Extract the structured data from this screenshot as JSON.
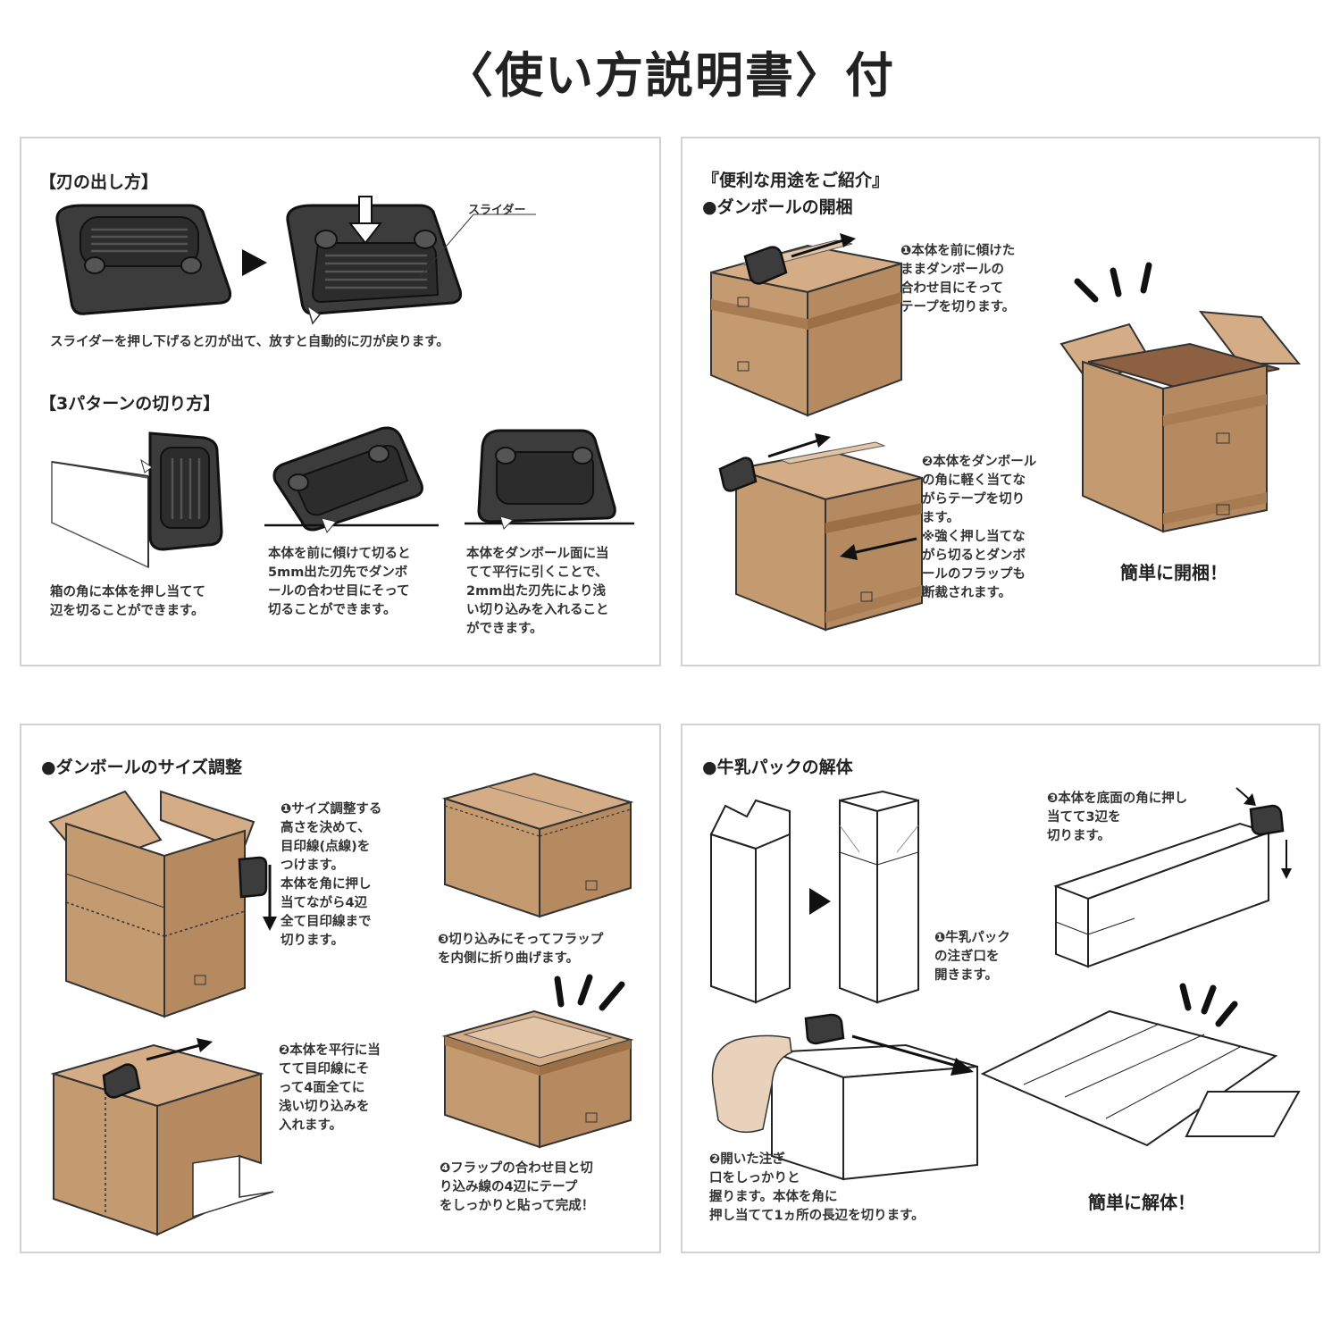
{
  "page_title": "〈使い方説明書〉付",
  "panel_blade": {
    "heading_blade": "【刃の出し方】",
    "slider_label": "スライダー",
    "blade_caption": "スライダーを押し下げると刃が出て、放すと自動的に刃が戻ります。",
    "heading_patterns": "【3パターンの切り方】",
    "pattern1": "箱の角に本体を押し当てて\n辺を切ることができます。",
    "pattern2": "本体を前に傾けて切ると\n5mm出た刃先でダンボ\nールの合わせ目にそって\n切ることができます。",
    "pattern3": "本体をダンボール面に当\nてて平行に引くことで、\n2mm出た刃先により浅\nい切り込みを入れること\nができます。"
  },
  "panel_open": {
    "heading_uses": "『便利な用途をご紹介』",
    "heading_open": "●ダンボールの開梱",
    "step1": "❶本体を前に傾けた\nままダンボールの\n合わせ目にそって\nテープを切ります。",
    "step2": "❷本体をダンボール\nの角に軽く当てな\nがらテープを切り\nます。\n※強く押し当てな\nがら切るとダンボ\nールのフラップも\n断裁されます。",
    "result": "簡単に開梱！"
  },
  "panel_resize": {
    "heading": "●ダンボールのサイズ調整",
    "step1": "❶サイズ調整する\n高さを決めて、\n目印線(点線)を\nつけます。\n本体を角に押し\n当てながら4辺\n全て目印線まで\n切ります。",
    "step2": "❷本体を平行に当\nてて目印線にそ\nって4面全てに\n浅い切り込みを\n入れます。",
    "step3": "❸切り込みにそってフラップ\nを内側に折り曲げます。",
    "step4": "❹フラップの合わせ目と切\nり込み線の4辺にテープ\nをしっかりと貼って完成！"
  },
  "panel_milk": {
    "heading": "●牛乳パックの解体",
    "step1": "❶牛乳パック\nの注ぎ口を\n開きます。",
    "step2": "❷開いた注ぎ\n口をしっかりと\n握ります。本体を角に\n押し当てて1ヵ所の長辺を切ります。",
    "step3": "❸本体を底面の角に押し\n当てて3辺を\n切ります。",
    "result": "簡単に解体！"
  },
  "colors": {
    "cardboard": "#c8a07a",
    "cardboard_dark": "#a87c52",
    "cutter": "#3c3c3c",
    "panel_border": "#d2d2d2"
  }
}
